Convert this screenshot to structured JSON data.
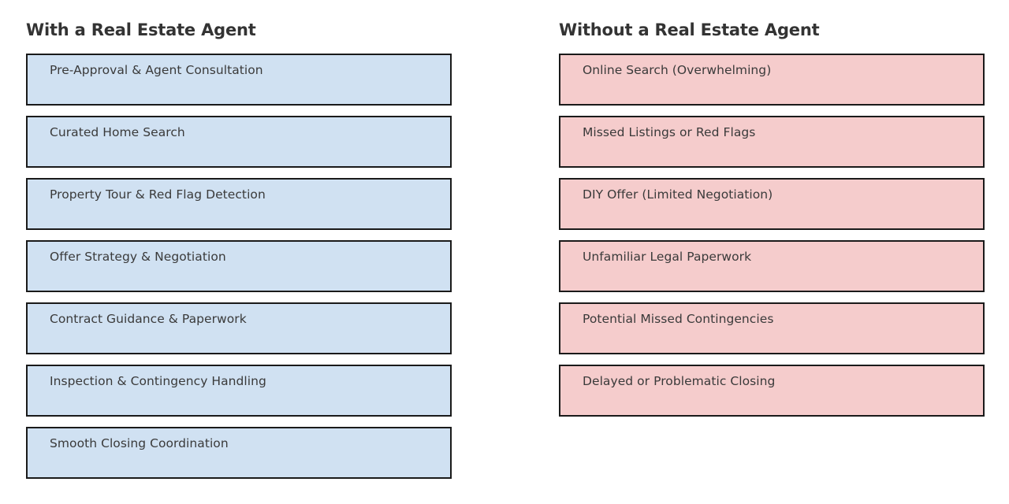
{
  "colors": {
    "with_fill": "#d0e1f2",
    "without_fill": "#f5cccc",
    "border": "#1a1a1a",
    "heading_text": "#333333",
    "body_text": "#3a3a3a",
    "background": "#ffffff"
  },
  "columns": {
    "with_agent": {
      "title": "With a Real Estate Agent",
      "steps": [
        {
          "label": "Pre-Approval & Agent Consultation"
        },
        {
          "label": "Curated Home Search"
        },
        {
          "label": "Property Tour & Red Flag Detection"
        },
        {
          "label": "Offer Strategy & Negotiation"
        },
        {
          "label": "Contract Guidance & Paperwork"
        },
        {
          "label": "Inspection & Contingency Handling"
        },
        {
          "label": "Smooth Closing Coordination"
        }
      ]
    },
    "without_agent": {
      "title": "Without a Real Estate Agent",
      "steps": [
        {
          "label": "Online Search (Overwhelming)"
        },
        {
          "label": "Missed Listings or Red Flags"
        },
        {
          "label": "DIY Offer (Limited Negotiation)"
        },
        {
          "label": "Unfamiliar Legal Paperwork"
        },
        {
          "label": "Potential Missed Contingencies"
        },
        {
          "label": "Delayed or Problematic Closing"
        }
      ]
    }
  }
}
